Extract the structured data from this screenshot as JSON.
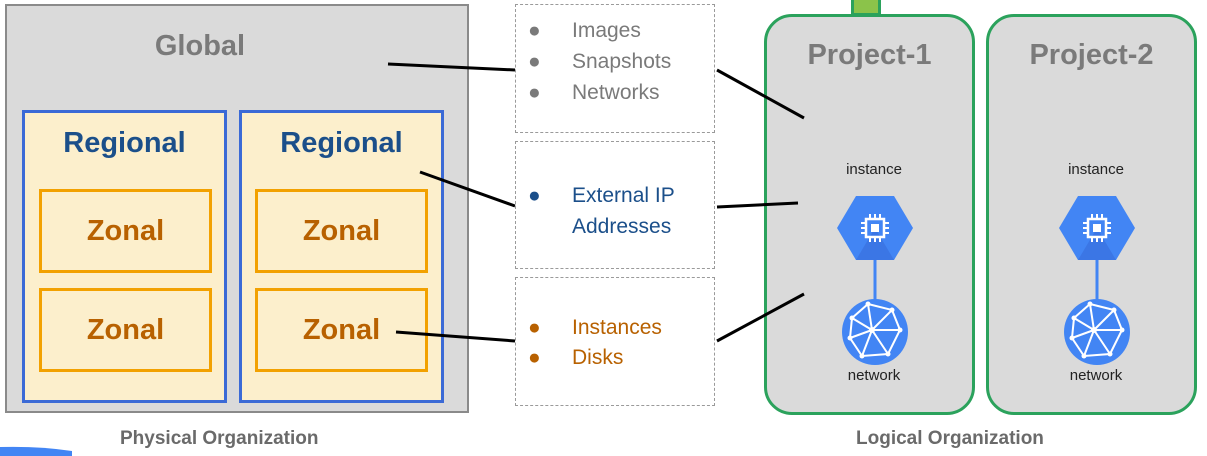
{
  "physical": {
    "global_title": "Global",
    "regional_title": "Regional",
    "zonal_title": "Zonal",
    "footer": "Physical Organization"
  },
  "resources": {
    "global_items": [
      "Images",
      "Snapshots",
      "Networks"
    ],
    "regional_items": [
      "External IP",
      "Addresses"
    ],
    "zonal_items": [
      "Instances",
      "Disks"
    ],
    "bullet": "●"
  },
  "logical": {
    "projects": [
      "Project-1",
      "Project-2"
    ],
    "instance_label": "instance",
    "network_label": "network",
    "footer": "Logical Organization"
  },
  "colors": {
    "gray_text": "#7a7a7a",
    "regional_blue": "#1b4f8a",
    "zonal_orange": "#b86100",
    "gcp_blue": "#4285f4",
    "project_green": "#2ba25c"
  }
}
